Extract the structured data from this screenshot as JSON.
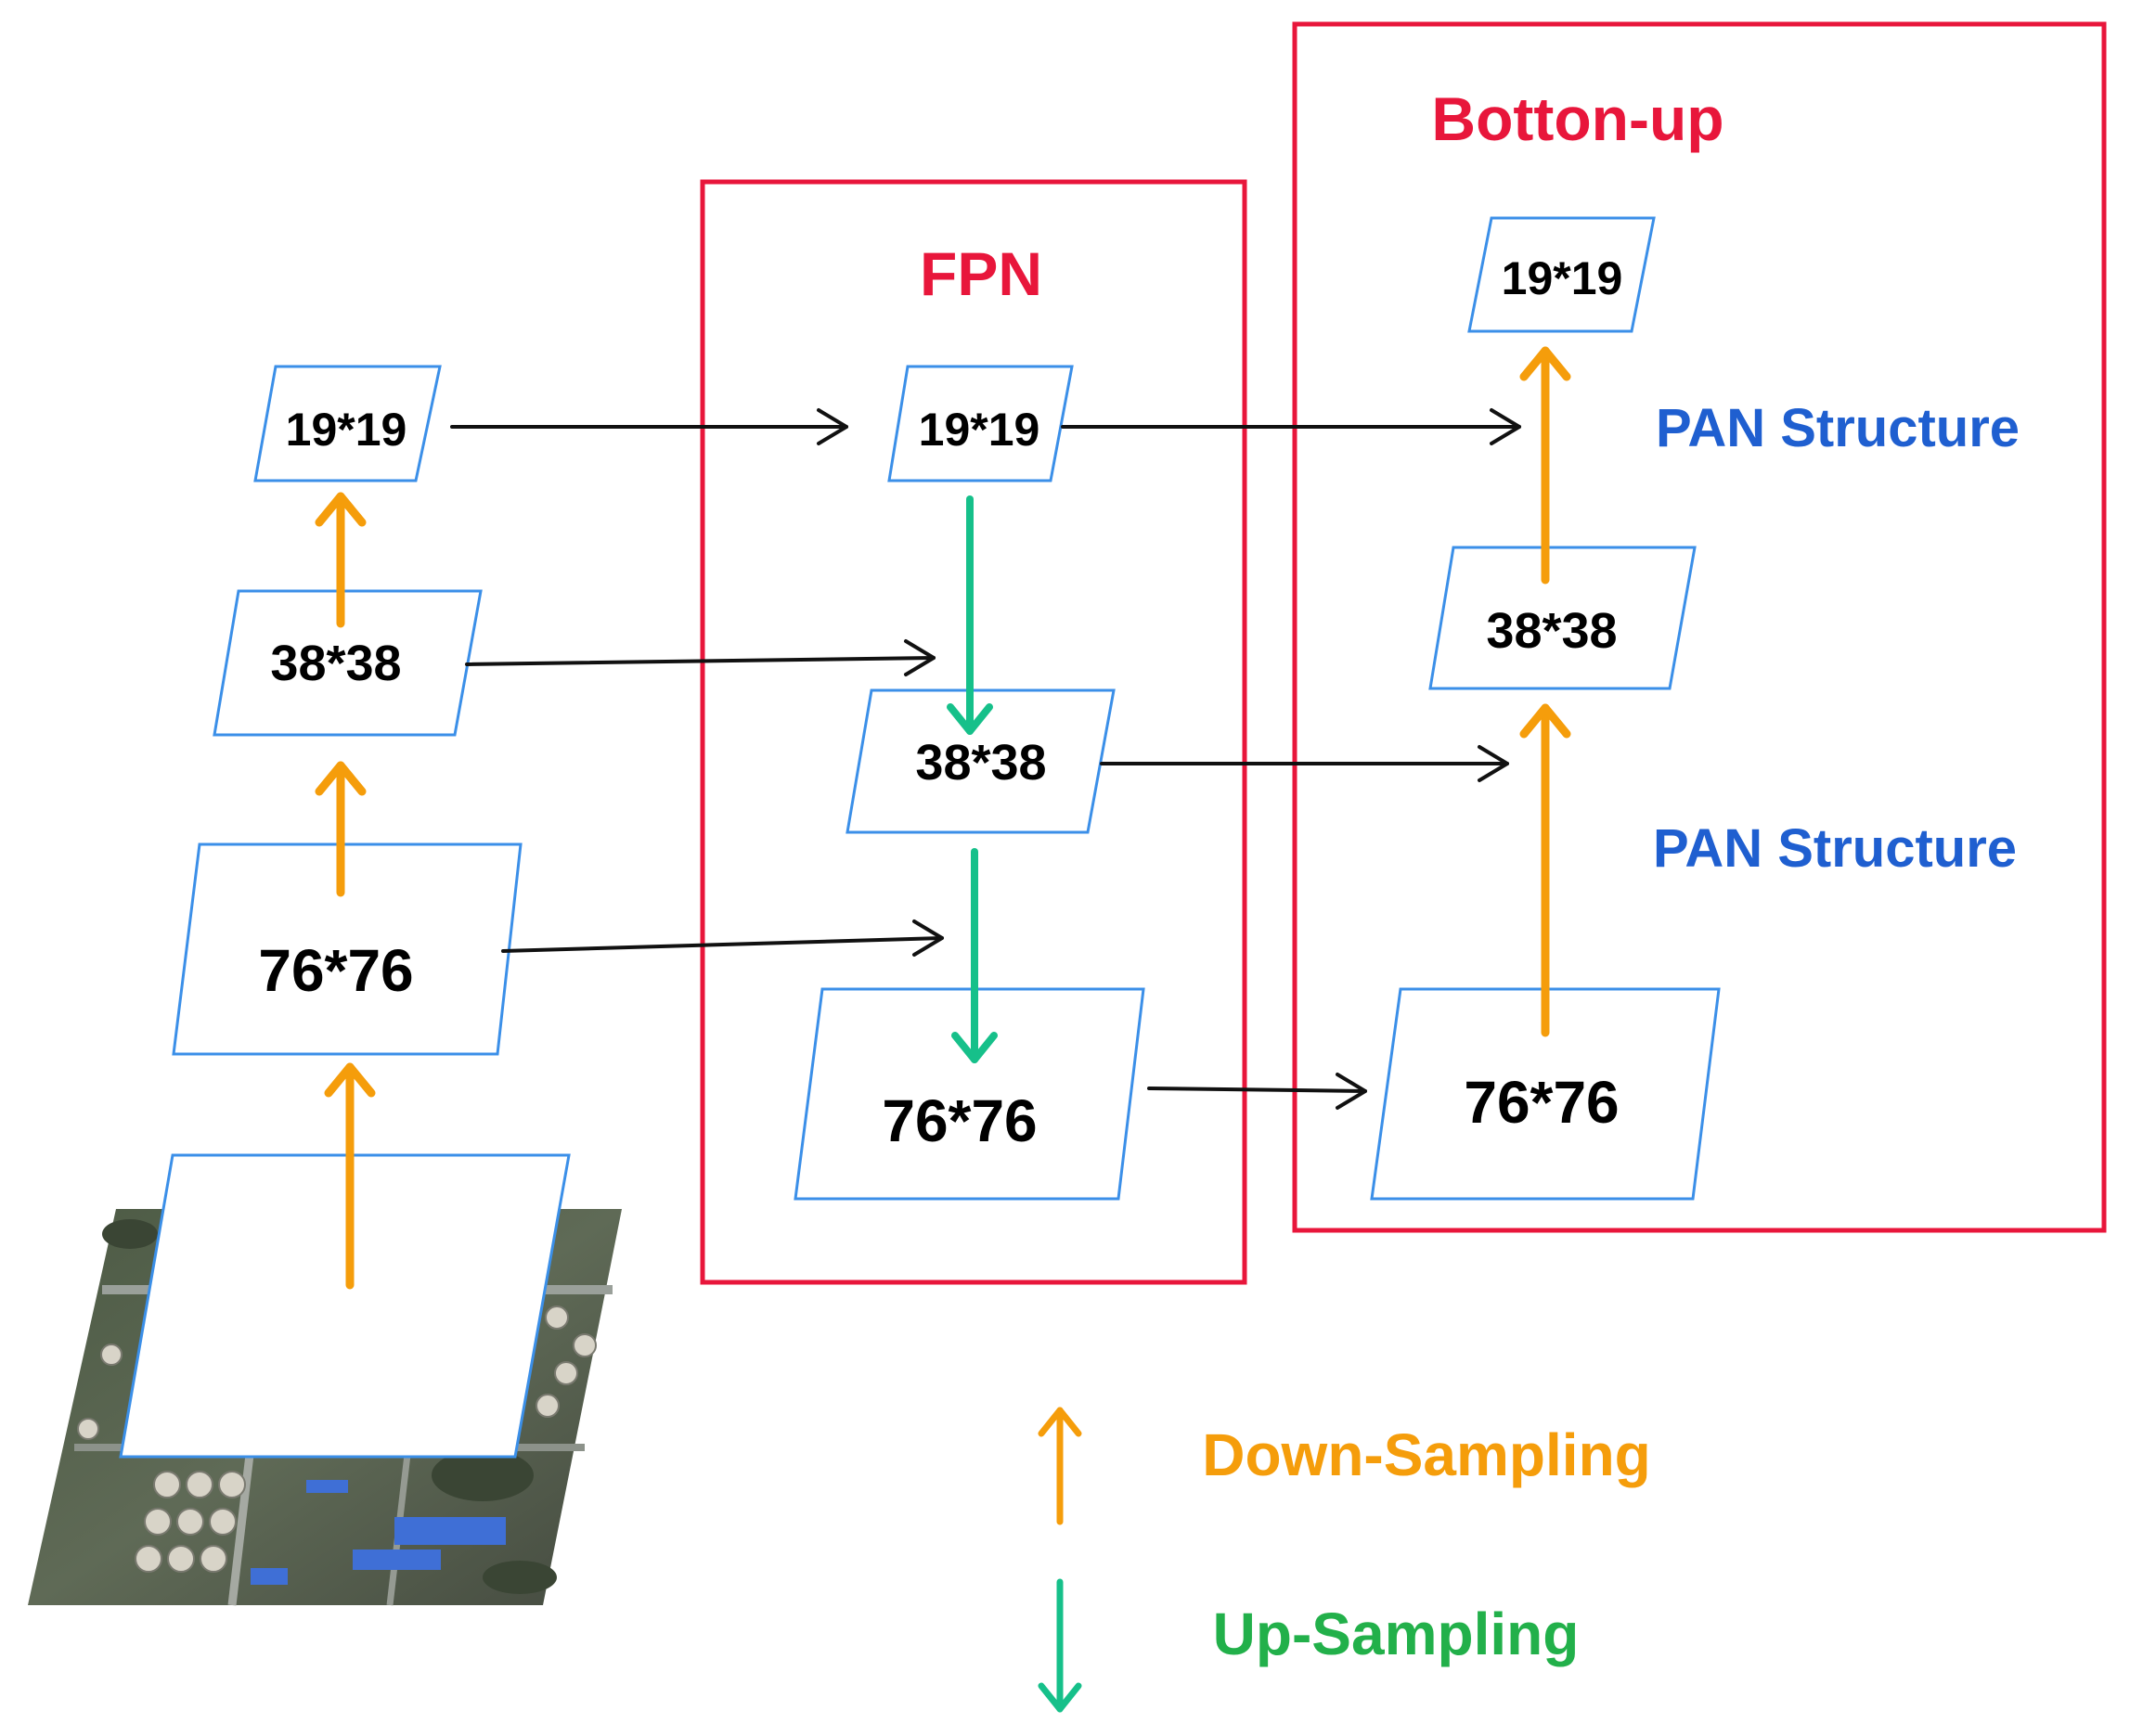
{
  "labels": {
    "fpn": "FPN",
    "bottom_up": "Botton-up",
    "pan_1": "PAN Structure",
    "pan_2": "PAN Structure",
    "legend_down": "Down-Sampling",
    "legend_up": "Up-Sampling"
  },
  "backbone": {
    "c19": "19*19",
    "c38": "38*38",
    "c76": "76*76"
  },
  "fpn": {
    "c19": "19*19",
    "c38": "38*38",
    "c76": "76*76"
  },
  "pan": {
    "c19": "19*19",
    "c38": "38*38",
    "c76": "76*76"
  },
  "colors": {
    "box_red": "#e8163b",
    "cell_blue": "#3b8fe8",
    "pan_text": "#1f5fd0",
    "down_orange": "#f59d0b",
    "up_green": "#16c08a",
    "legend_up_text": "#22b04a",
    "arrow_black": "#111111"
  }
}
